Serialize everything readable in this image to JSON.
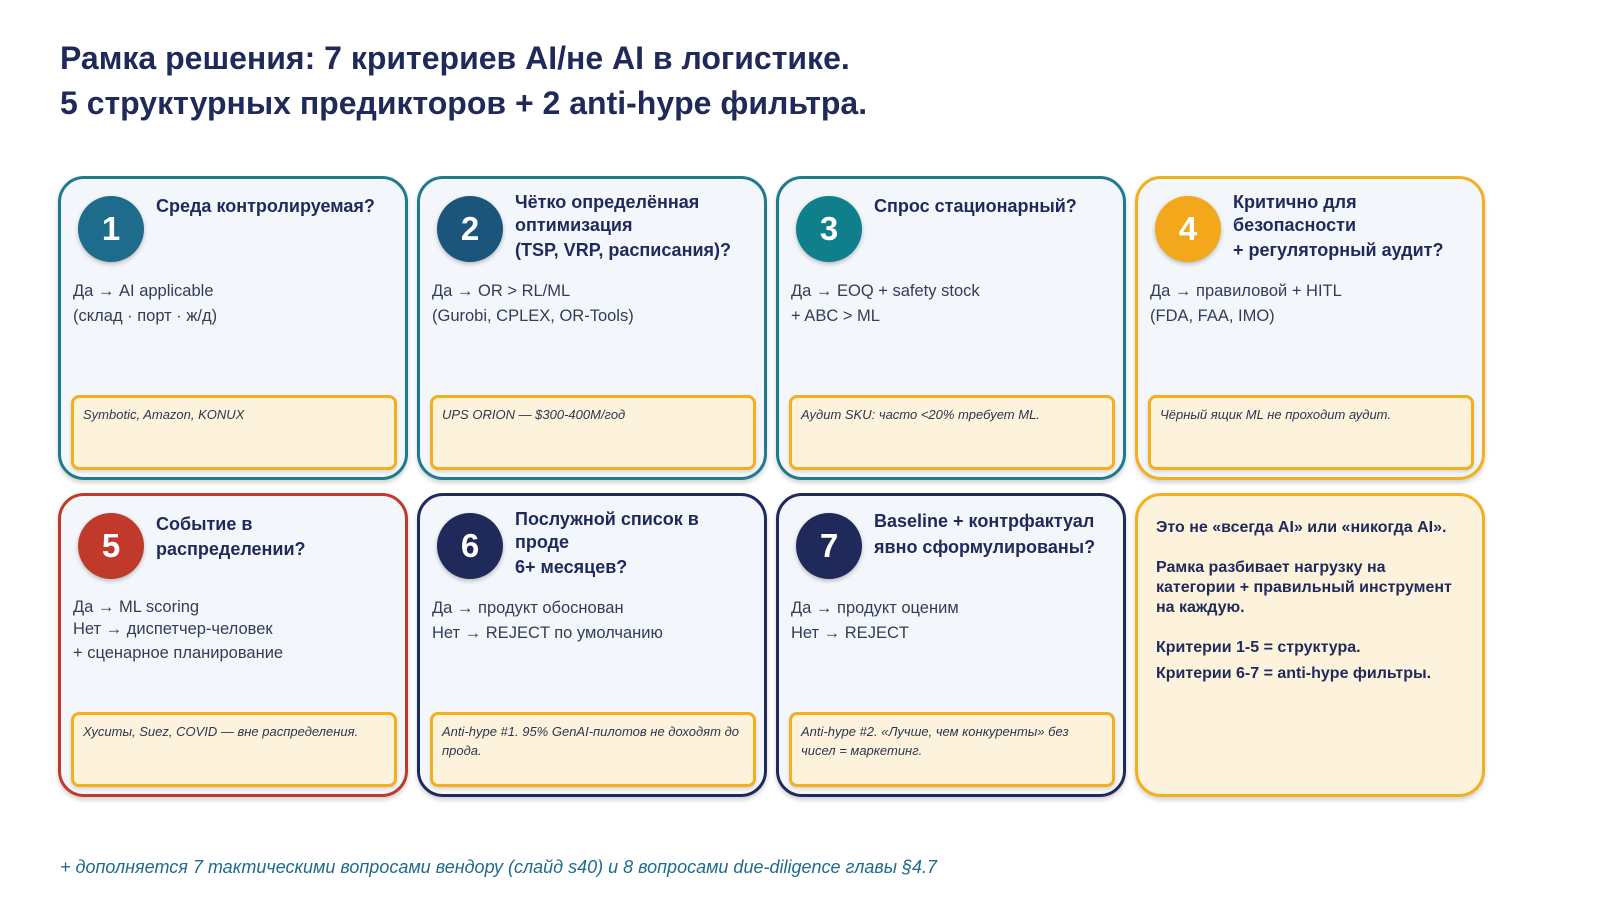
{
  "title": {
    "line1": "Рамка решения: 7 критериев AI/не AI в логистике.",
    "line2": "5 структурных предикторов + 2 anti-hype фильтра."
  },
  "cards": [
    {
      "number": "1",
      "question": [
        "Среда контролируемая?"
      ],
      "body": [
        "Да → AI applicable",
        "(склад · порт · ж/д)"
      ],
      "note": "Symbotic, Amazon, KONUX",
      "accent": "#1f7a8c"
    },
    {
      "number": "2",
      "question": [
        "Чётко определённая",
        "оптимизация",
        "(TSP, VRP, расписания)?"
      ],
      "body": [
        "Да → OR > RL/ML",
        "(Gurobi, CPLEX, OR-Tools)"
      ],
      "note": "UPS ORION — $300-400M/год",
      "accent": "#1f7a8c"
    },
    {
      "number": "3",
      "question": [
        "Спрос стационарный?"
      ],
      "body": [
        "Да → EOQ + safety stock",
        "+ ABC > ML"
      ],
      "note": "Аудит SKU: часто <20% требует ML.",
      "accent": "#1f7a8c"
    },
    {
      "number": "4",
      "question": [
        "Критично для",
        "безопасности",
        "+ регуляторный аудит?"
      ],
      "body": [
        "Да → правиловой + HITL",
        "(FDA, FAA, IMO)"
      ],
      "note": "Чёрный ящик ML не проходит аудит.",
      "accent": "#f2b01e"
    },
    {
      "number": "5",
      "question": [
        "Событие в",
        "распределении?"
      ],
      "body": [
        "Да → ML scoring",
        "Нет → диспетчер-человек",
        "+ сценарное планирование"
      ],
      "note": "Хуситы, Suez, COVID — вне распределения.",
      "accent": "#c0392b"
    },
    {
      "number": "6",
      "question": [
        "Послужной список в",
        "проде",
        "6+ месяцев?"
      ],
      "body": [
        "Да → продукт обоснован",
        "Нет → REJECT по умолчанию"
      ],
      "note": "Anti-hype #1. 95% GenAI-пилотов не доходят до прода.",
      "accent": "#1f2a5a"
    },
    {
      "number": "7",
      "question": [
        "Baseline + контрфактуал",
        "явно сформулированы?"
      ],
      "body": [
        "Да → продукт оценим",
        "Нет → REJECT"
      ],
      "note": "Anti-hype #2. «Лучше, чем конкуренты» без чисел = маркетинг.",
      "accent": "#1f2a5a"
    }
  ],
  "summary": {
    "p1": "Это не «всегда AI» или «никогда AI».",
    "p2": "Рамка разбивает нагрузку на категории + правильный инструмент на каждую.",
    "p3": "Критерии 1-5 = структура.",
    "p4": "Критерии 6-7 = anti-hype фильтры."
  },
  "footer": "+ дополняется 7 тактическими вопросами вендору (слайд s40) и 8 вопросами due-diligence главы §4.7"
}
